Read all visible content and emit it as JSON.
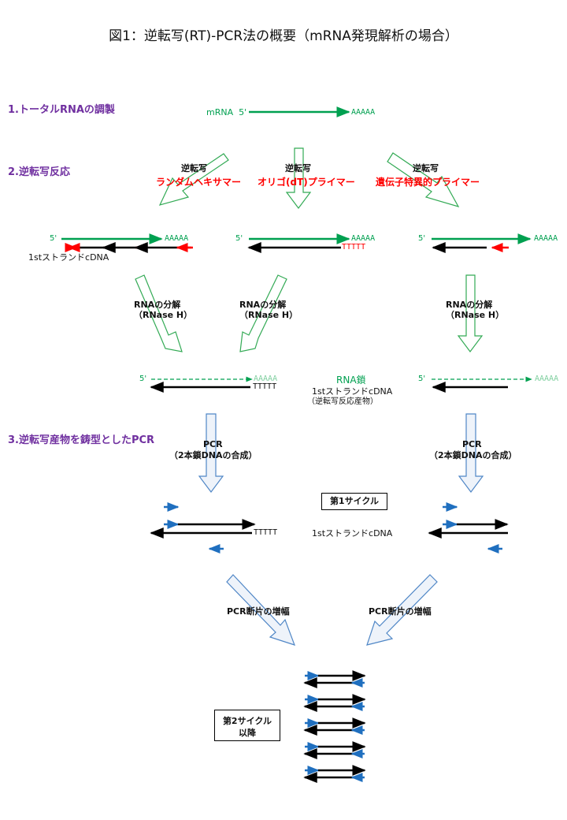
{
  "title": "図1：逆転写(RT)-PCR法の概要（mRNA発現解析の場合）",
  "sections": {
    "s1": "1.トータルRNAの調製",
    "s2": "2.逆転写反応",
    "s3": "3.逆転写産物を鋳型としたPCR"
  },
  "mrna": {
    "label": "mRNA",
    "five_prime": "5'",
    "polyA": "AAAAA"
  },
  "rt": {
    "label": "逆転写",
    "primer1": "ランダムヘキサマー",
    "primer2": "オリゴ(dT)プライマー",
    "primer3": "遺伝子特異的プライマー"
  },
  "strands": {
    "five_prime": "5'",
    "polyA": "AAAAA",
    "polyT": "TTTTT",
    "first_strand_cdna": "1stストランドcDNA",
    "rna_strand": "RNA鎖",
    "rt_product": "（逆転写反応産物）"
  },
  "degradation": {
    "label": "RNAの分解",
    "enzyme": "（RNase H）"
  },
  "pcr": {
    "label": "PCR",
    "synthesis": "（2本鎖DNAの合成）"
  },
  "cycle1": "第1サイクル",
  "cycle2": [
    "第2サイクル",
    "以降"
  ],
  "amplify": "PCR断片の増幅",
  "colors": {
    "rna_green": "#00a050",
    "light_green": "#7fcf9f",
    "primer_red": "#ff0000",
    "primer_blue": "#1f6fbf",
    "dna_black": "#000000",
    "section_purple": "#7030a0"
  }
}
